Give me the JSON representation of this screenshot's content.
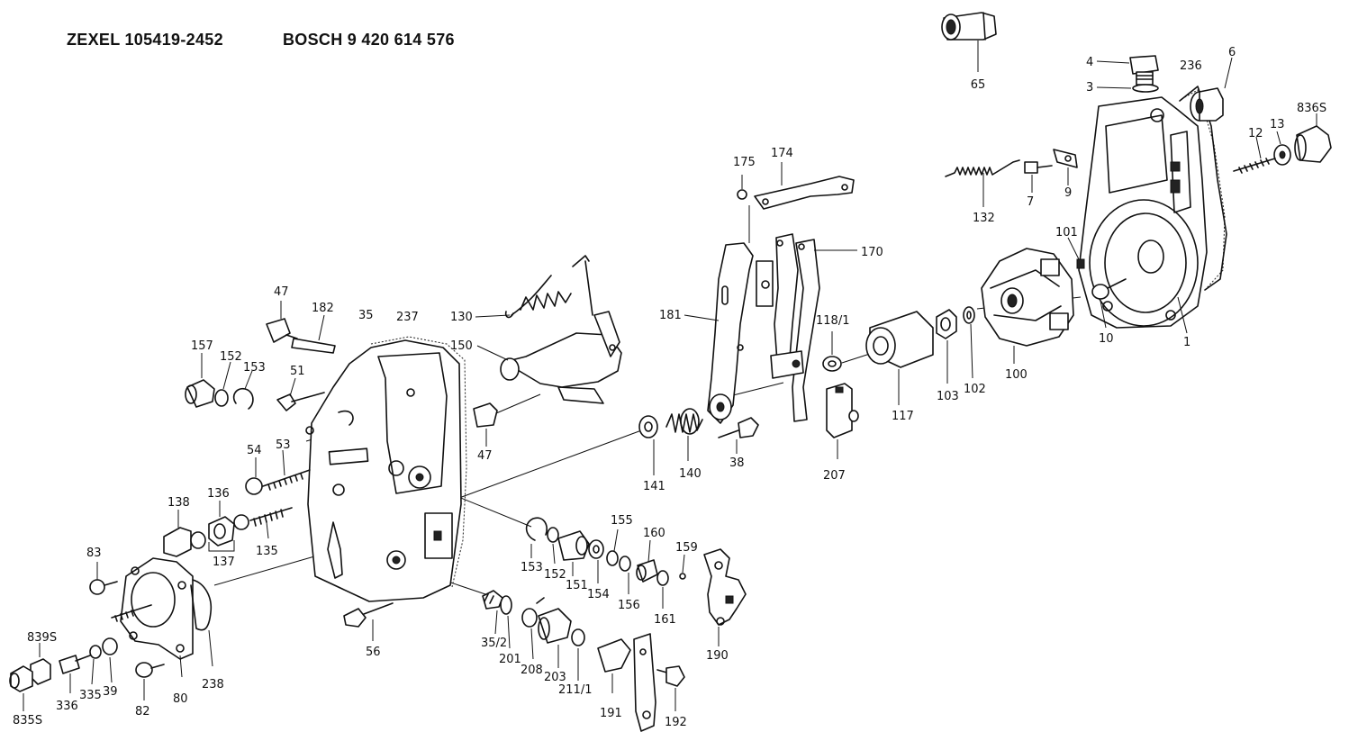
{
  "header": {
    "left": "ZEXEL 105419-2452",
    "right": "BOSCH   9 420 614 576"
  },
  "parts": [
    {
      "id": "p65",
      "label": "65"
    },
    {
      "id": "p4",
      "label": "4"
    },
    {
      "id": "p3",
      "label": "3"
    },
    {
      "id": "p236",
      "label": "236"
    },
    {
      "id": "p6",
      "label": "6"
    },
    {
      "id": "p836S",
      "label": "836S"
    },
    {
      "id": "p13",
      "label": "13"
    },
    {
      "id": "p12",
      "label": "12"
    },
    {
      "id": "p175",
      "label": "175"
    },
    {
      "id": "p174",
      "label": "174"
    },
    {
      "id": "p132",
      "label": "132"
    },
    {
      "id": "p7",
      "label": "7"
    },
    {
      "id": "p9",
      "label": "9"
    },
    {
      "id": "p170",
      "label": "170"
    },
    {
      "id": "p101",
      "label": "101"
    },
    {
      "id": "p181",
      "label": "181"
    },
    {
      "id": "p118_1",
      "label": "118/1"
    },
    {
      "id": "p10",
      "label": "10"
    },
    {
      "id": "p1",
      "label": "1"
    },
    {
      "id": "p130",
      "label": "130"
    },
    {
      "id": "p150",
      "label": "150"
    },
    {
      "id": "p47a",
      "label": "47"
    },
    {
      "id": "p182",
      "label": "182"
    },
    {
      "id": "p35",
      "label": "35"
    },
    {
      "id": "p237",
      "label": "237"
    },
    {
      "id": "p157",
      "label": "157"
    },
    {
      "id": "p152a",
      "label": "152"
    },
    {
      "id": "p153a",
      "label": "153"
    },
    {
      "id": "p51",
      "label": "51"
    },
    {
      "id": "p47b",
      "label": "47"
    },
    {
      "id": "p117",
      "label": "117"
    },
    {
      "id": "p103",
      "label": "103"
    },
    {
      "id": "p102",
      "label": "102"
    },
    {
      "id": "p100",
      "label": "100"
    },
    {
      "id": "p141",
      "label": "141"
    },
    {
      "id": "p140",
      "label": "140"
    },
    {
      "id": "p38",
      "label": "38"
    },
    {
      "id": "p207",
      "label": "207"
    },
    {
      "id": "p54",
      "label": "54"
    },
    {
      "id": "p53",
      "label": "53"
    },
    {
      "id": "p138",
      "label": "138"
    },
    {
      "id": "p136",
      "label": "136"
    },
    {
      "id": "p137",
      "label": "137"
    },
    {
      "id": "p135",
      "label": "135"
    },
    {
      "id": "p155",
      "label": "155"
    },
    {
      "id": "p160",
      "label": "160"
    },
    {
      "id": "p159",
      "label": "159"
    },
    {
      "id": "p153b",
      "label": "153"
    },
    {
      "id": "p152b",
      "label": "152"
    },
    {
      "id": "p151",
      "label": "151"
    },
    {
      "id": "p154",
      "label": "154"
    },
    {
      "id": "p156",
      "label": "156"
    },
    {
      "id": "p161",
      "label": "161"
    },
    {
      "id": "p83",
      "label": "83"
    },
    {
      "id": "p839S",
      "label": "839S"
    },
    {
      "id": "p238",
      "label": "238"
    },
    {
      "id": "p56",
      "label": "56"
    },
    {
      "id": "p35_2",
      "label": "35/2"
    },
    {
      "id": "p201",
      "label": "201"
    },
    {
      "id": "p208",
      "label": "208"
    },
    {
      "id": "p203",
      "label": "203"
    },
    {
      "id": "p211_1",
      "label": "211/1"
    },
    {
      "id": "p190",
      "label": "190"
    },
    {
      "id": "p336",
      "label": "336"
    },
    {
      "id": "p335",
      "label": "335"
    },
    {
      "id": "p39",
      "label": "39"
    },
    {
      "id": "p82",
      "label": "82"
    },
    {
      "id": "p80",
      "label": "80"
    },
    {
      "id": "p835S",
      "label": "835S"
    },
    {
      "id": "p191",
      "label": "191"
    },
    {
      "id": "p192",
      "label": "192"
    }
  ]
}
